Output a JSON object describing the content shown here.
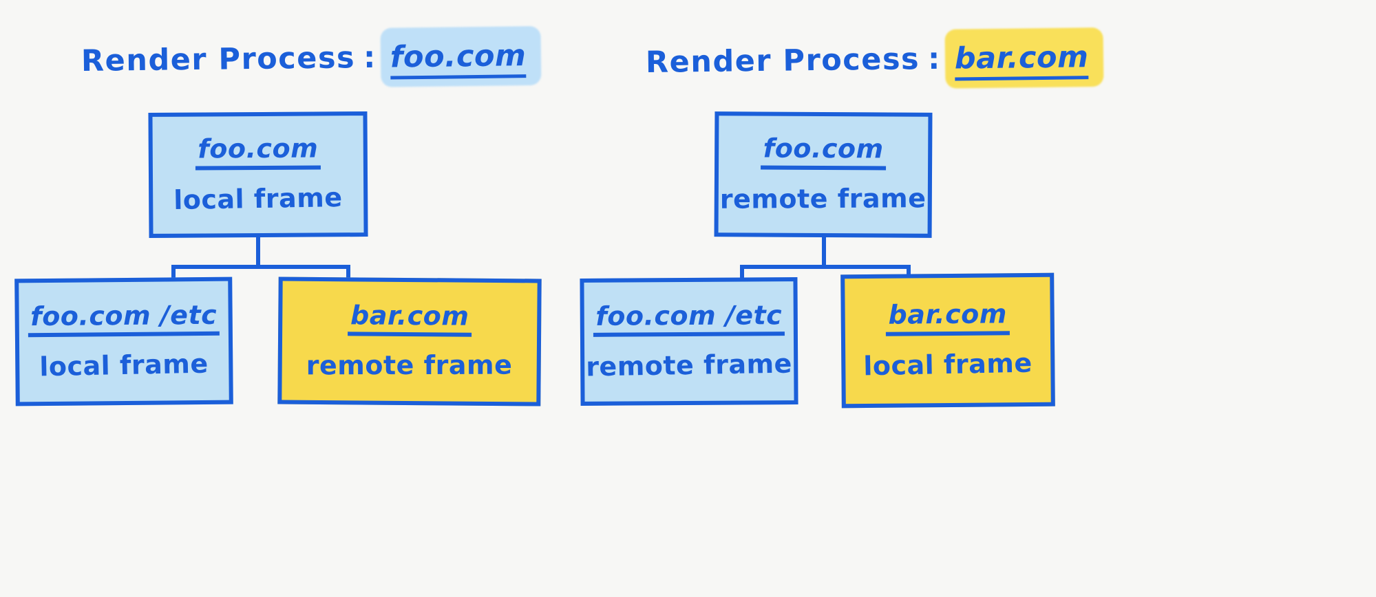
{
  "background_color": "#f7f7f5",
  "colors": {
    "ink": "#1b5fd9",
    "blue_fill": "#bfe0f5",
    "yellow_fill": "#f7d94c",
    "blue_highlight": "#bfe0f8",
    "yellow_highlight": "#f9e05a"
  },
  "diagrams": [
    {
      "title": {
        "label": "Render Process",
        "separator": ":",
        "process": "foo.com",
        "highlight": "blue"
      },
      "root": {
        "url": "foo.com",
        "kind": "local frame",
        "fill": "blue"
      },
      "children": [
        {
          "url": "foo.com /etc",
          "kind": "local frame",
          "fill": "blue"
        },
        {
          "url": "bar.com",
          "kind": "remote frame",
          "fill": "yellow"
        }
      ]
    },
    {
      "title": {
        "label": "Render Process",
        "separator": ":",
        "process": "bar.com",
        "highlight": "yellow"
      },
      "root": {
        "url": "foo.com",
        "kind": "remote frame",
        "fill": "blue"
      },
      "children": [
        {
          "url": "foo.com /etc",
          "kind": "remote frame",
          "fill": "blue"
        },
        {
          "url": "bar.com",
          "kind": "local frame",
          "fill": "yellow"
        }
      ]
    }
  ]
}
